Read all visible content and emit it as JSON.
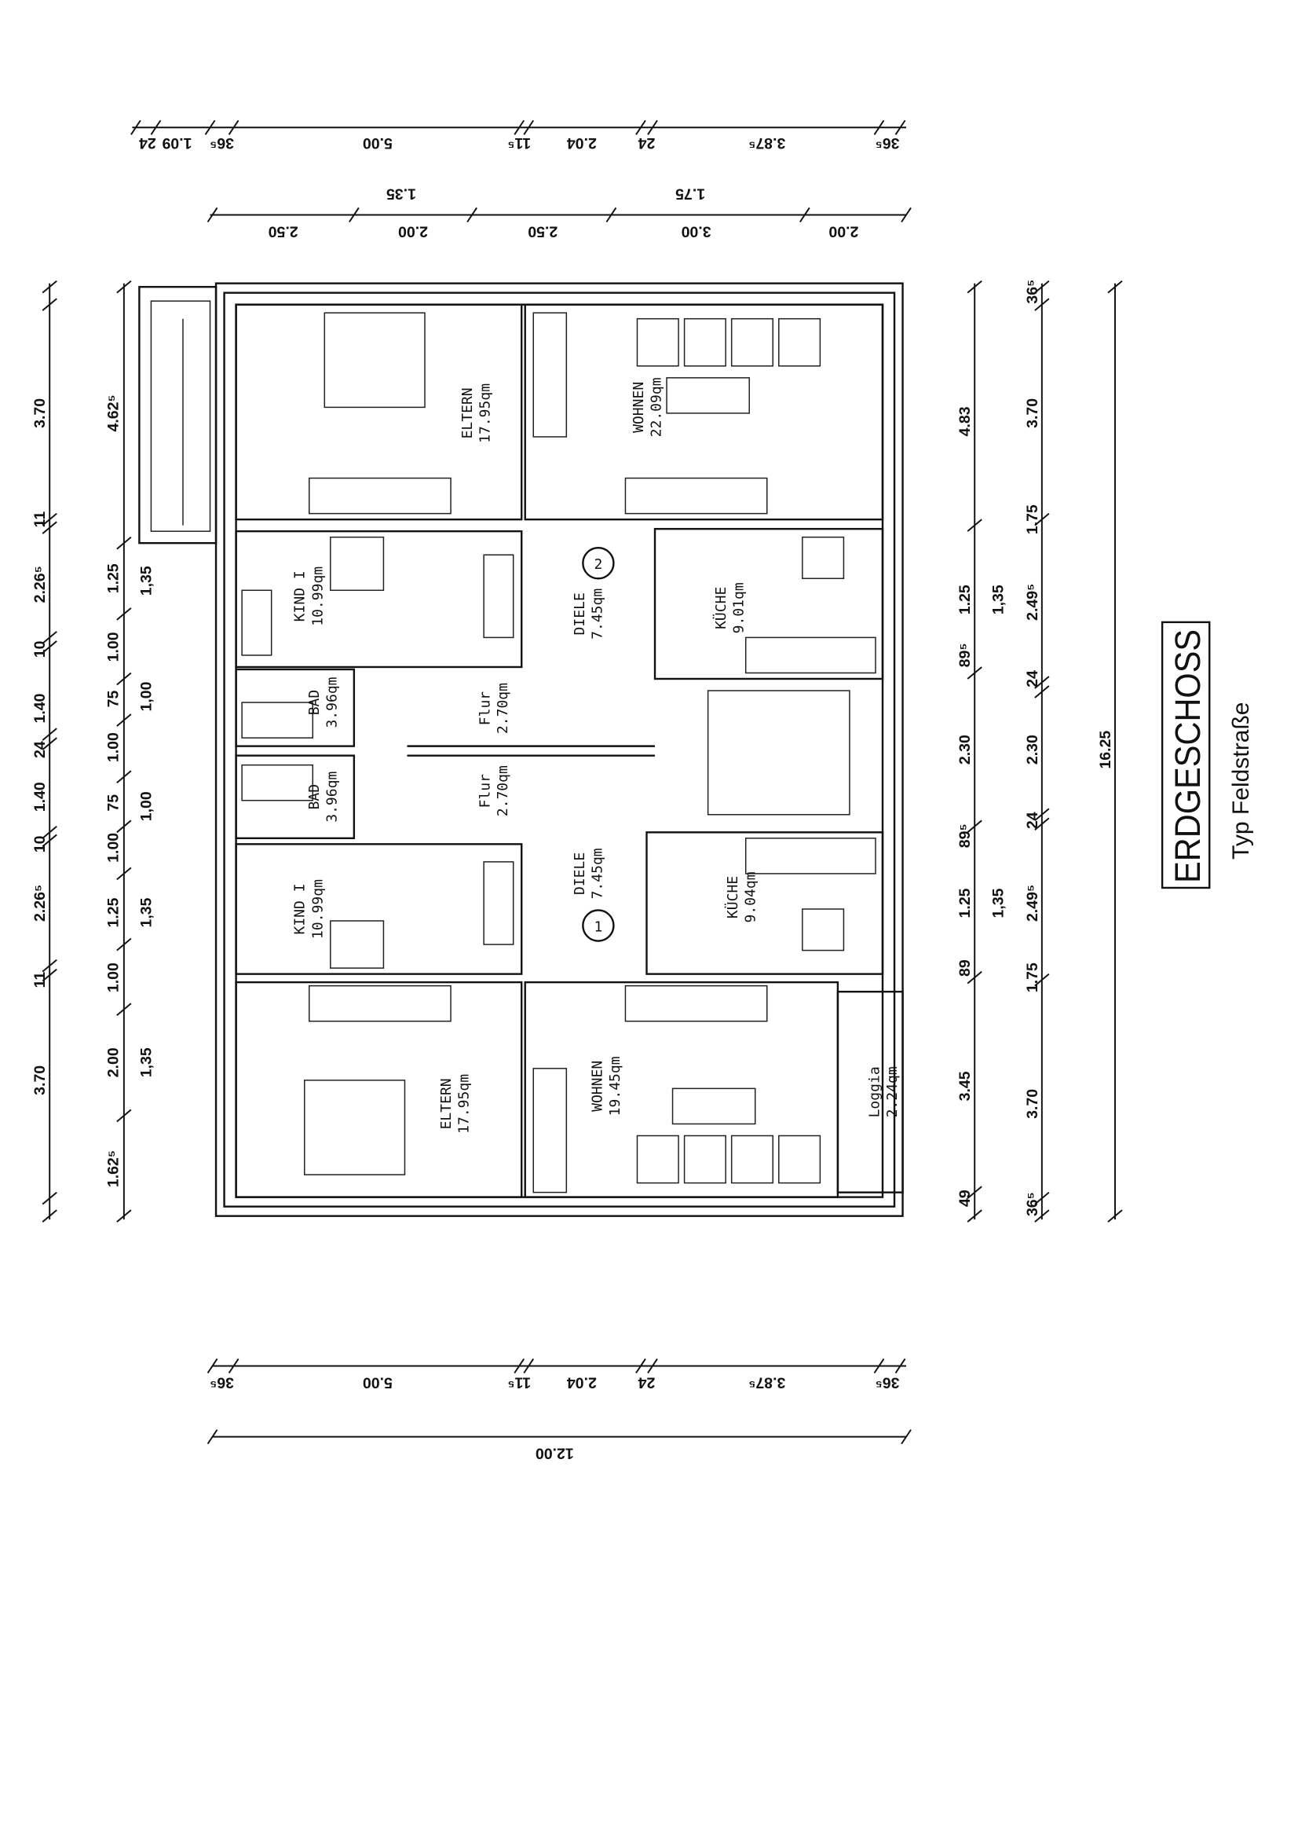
{
  "title": {
    "main": "ERDGESCHOSS",
    "subtitle": "Typ Feldstraße"
  },
  "rooms": [
    {
      "name": "ELTERN",
      "area": "17.95qm"
    },
    {
      "name": "WOHNEN",
      "area": "22.09qm"
    },
    {
      "name": "KIND I",
      "area": "10.99qm"
    },
    {
      "name": "DIELE",
      "area": "7.45qm"
    },
    {
      "name": "KÜCHE",
      "area": "9.01qm"
    },
    {
      "name": "BAD",
      "area": "3.96qm"
    },
    {
      "name": "Flur",
      "area": "2.70qm"
    },
    {
      "name": "BAD",
      "area": "3.96qm"
    },
    {
      "name": "Flur",
      "area": "2.70qm"
    },
    {
      "name": "KIND I",
      "area": "10.99qm"
    },
    {
      "name": "DIELE",
      "area": "7.45qm"
    },
    {
      "name": "KÜCHE",
      "area": "9.04qm"
    },
    {
      "name": "ELTERN",
      "area": "17.95qm"
    },
    {
      "name": "WOHNEN",
      "area": "19.45qm"
    },
    {
      "name": "Loggia",
      "area": "2.24qm"
    }
  ],
  "units": [
    "2",
    "1"
  ],
  "dimensions": {
    "top_row1": [
      "24",
      "1.09",
      "36⁵",
      "5.00",
      "11⁵",
      "2.04",
      "24",
      "3.87⁵",
      "36⁵"
    ],
    "top_row2_above": [
      "1.35",
      "1.75"
    ],
    "top_row2": [
      "2.50",
      "2.00",
      "2.50",
      "3.00",
      "2.00"
    ],
    "left_outer": [
      "3.70",
      "11",
      "2.26⁵",
      "10",
      "1.40",
      "24",
      "1.40",
      "10",
      "2.26⁵",
      "11",
      "3.70"
    ],
    "left_mid": [
      "4.62⁵",
      "1.25",
      "1.00",
      "75",
      "1.00",
      "75",
      "1.00",
      "1.25",
      "1.00",
      "2.00",
      "1.62⁵"
    ],
    "left_inner": [
      "1,35",
      "1,00",
      "1,00",
      "1,35",
      "1,35"
    ],
    "right_inner": [
      "4.83",
      "1.25",
      "89⁵",
      "2.30",
      "89⁵",
      "1.25",
      "89",
      "3.45",
      "49"
    ],
    "right_sub": [
      "1,35",
      "1,35"
    ],
    "right_outer": [
      "36⁵",
      "3.70",
      "1.75",
      "2.49⁵",
      "24",
      "2.30",
      "24",
      "2.49⁵",
      "1.75",
      "3.70",
      "36⁵"
    ],
    "right_total": [
      "16.25"
    ],
    "bottom_row1": [
      "36⁵",
      "5.00",
      "11⁵",
      "2.04",
      "24",
      "3.87⁵",
      "36⁵"
    ],
    "bottom_total": [
      "12.00"
    ]
  }
}
